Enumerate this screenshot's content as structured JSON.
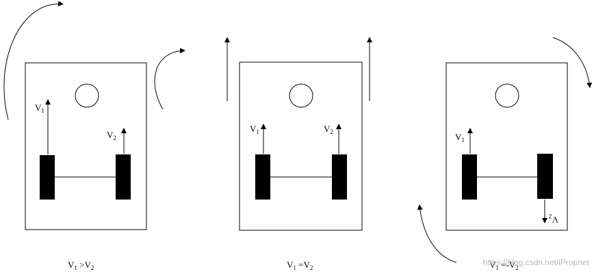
{
  "labels": {
    "v1": "V",
    "v2": "V",
    "sub1": "1",
    "sub2": "2"
  },
  "captions": [
    {
      "a": "V",
      "asub": "1",
      "op": " >V",
      "bsub": "2"
    },
    {
      "a": "V",
      "asub": "1",
      "op": " =V",
      "bsub": "2"
    },
    {
      "a": "V",
      "asub": "1",
      "op": " =-V",
      "bsub": "2"
    }
  ],
  "watermark": "https://blog.csdn.net/iProphet",
  "colors": {
    "stroke": "#000000",
    "wheel": "#000000",
    "background": "#ffffff",
    "watermark": "#b9b9b9"
  }
}
